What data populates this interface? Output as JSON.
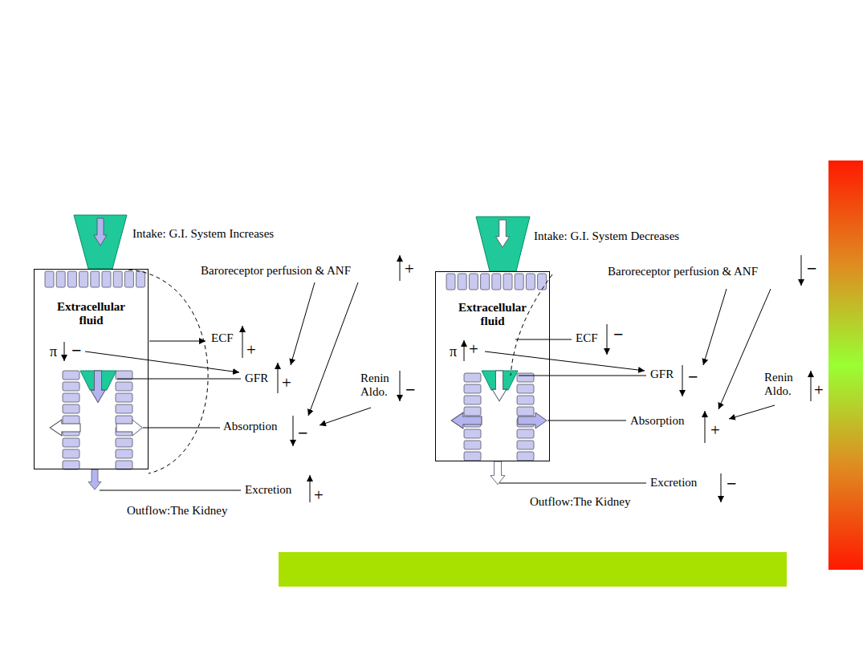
{
  "diagram": {
    "nodes": [
      {
        "text": [
          "Extracellular fluid"
        ]
      },
      {
        "text": [
          "Extracellular fluid"
        ]
      }
    ],
    "labels": [
      "Intake: G.I. System Increases",
      "Baroreceptor perfusion & ANF",
      "+",
      "π",
      "−",
      "ECF",
      "+",
      "GFR",
      "+",
      "Renin Aldo.",
      "−",
      "Absorption",
      "−",
      "Excretion",
      "+",
      "Outflow:The Kidney",
      "Intake: G.I. System Decreases",
      "Baroreceptor perfusion & ANF",
      "−",
      "π",
      "+",
      "ECF",
      "−",
      "GFR",
      "−",
      "Renin Aldo.",
      "+",
      "Absorption",
      "+",
      "Excretion",
      "−",
      "Outflow:The Kidney"
    ]
  }
}
